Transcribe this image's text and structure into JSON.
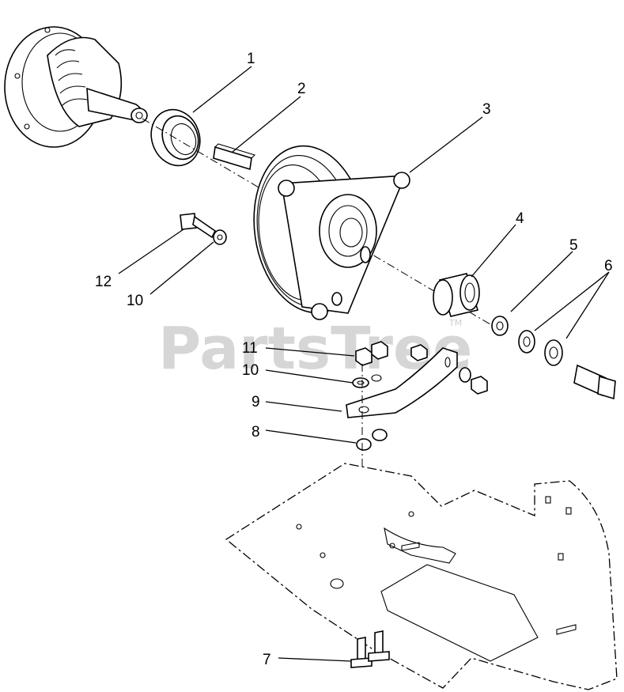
{
  "watermark": {
    "text": "PartsTree",
    "tm": "TM"
  },
  "callouts": [
    {
      "id": "c1",
      "label": "1"
    },
    {
      "id": "c2",
      "label": "2"
    },
    {
      "id": "c3",
      "label": "3"
    },
    {
      "id": "c4",
      "label": "4"
    },
    {
      "id": "c5",
      "label": "5"
    },
    {
      "id": "c6",
      "label": "6"
    },
    {
      "id": "c7",
      "label": "7"
    },
    {
      "id": "c8",
      "label": "8"
    },
    {
      "id": "c9",
      "label": "9"
    },
    {
      "id": "c10a",
      "label": "10"
    },
    {
      "id": "c10b",
      "label": "10"
    },
    {
      "id": "c11",
      "label": "11"
    },
    {
      "id": "c12",
      "label": "12"
    }
  ]
}
